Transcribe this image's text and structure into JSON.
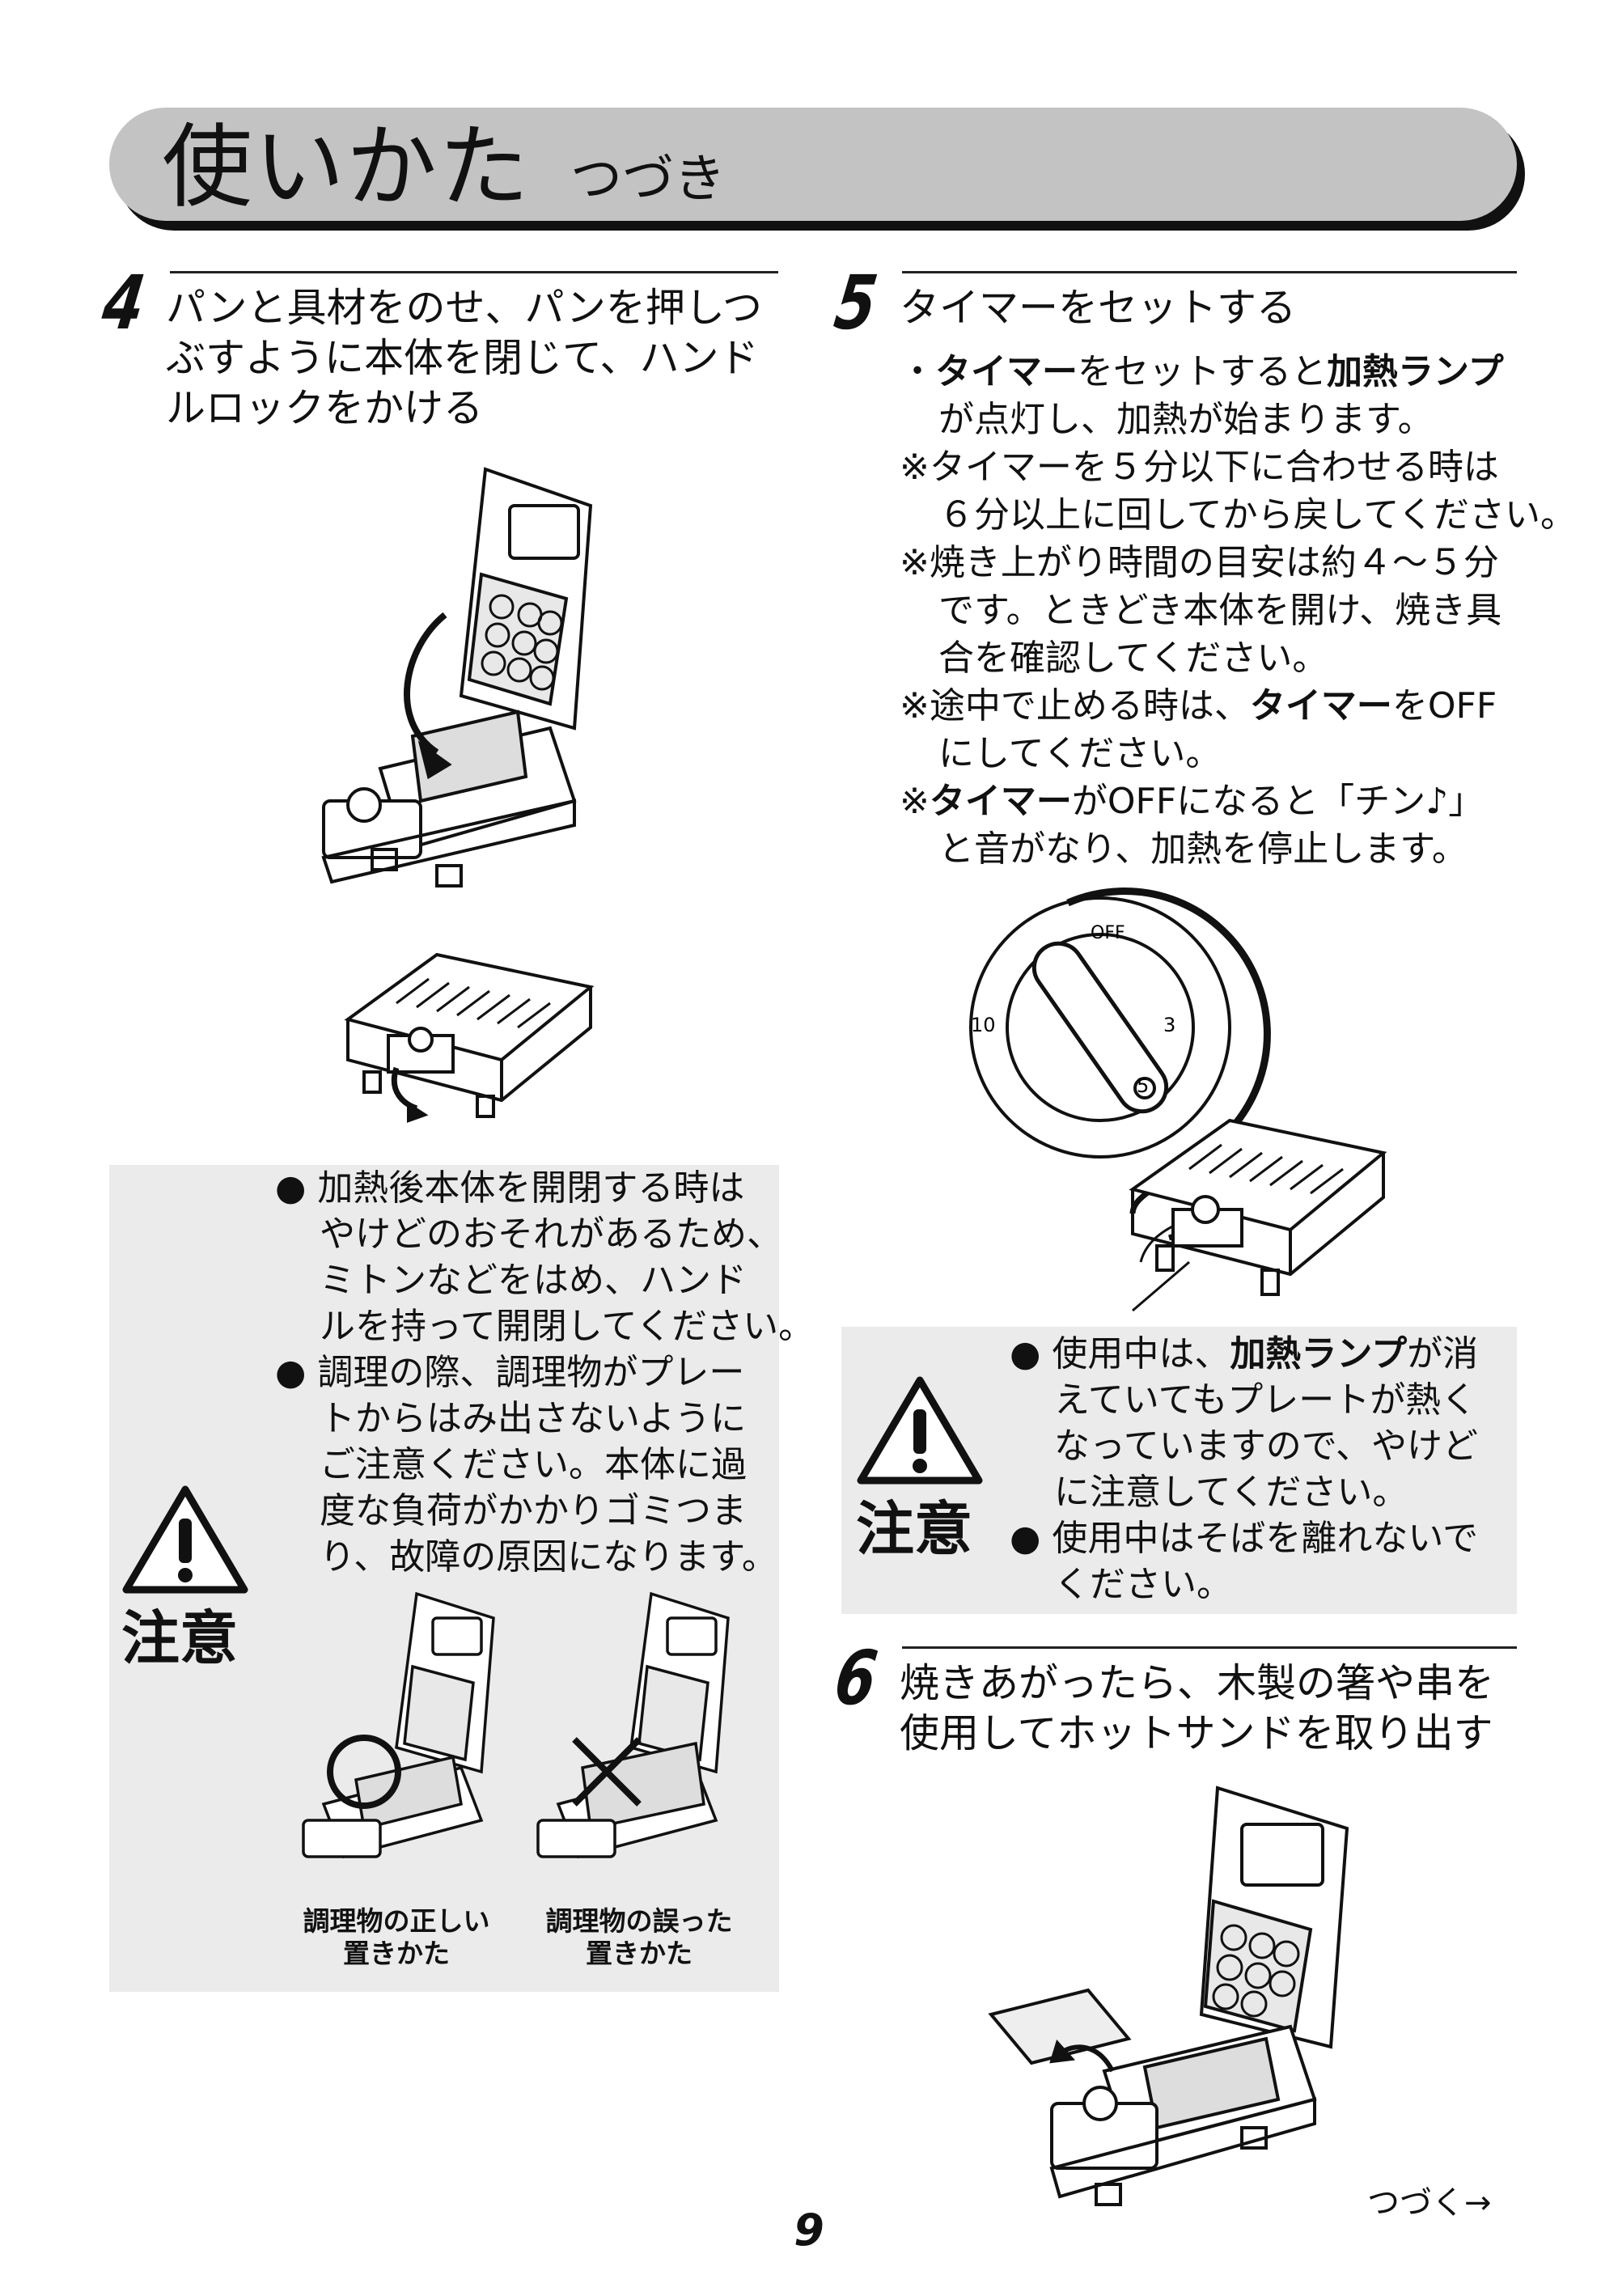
{
  "header": {
    "title": "使いかた",
    "subtitle": "つづき"
  },
  "step4": {
    "number": "4",
    "heading": [
      "パンと具材をのせ、パンを押しつ",
      "ぶすように本体を閉じて、ハンド",
      "ルロックをかける"
    ]
  },
  "caution_left": {
    "label": "注意",
    "bullets": [
      [
        "加熱後本体を開閉する時は",
        "やけどのおそれがあるため、",
        "ミトンなどをはめ、ハンド",
        "ルを持って開閉してください。"
      ],
      [
        "調理の際、調理物がプレー",
        "トからはみ出さないように",
        "ご注意ください。本体に過",
        "度な負荷がかかりゴミつま",
        "り、故障の原因になります。"
      ]
    ],
    "caption_good": [
      "調理物の正しい",
      "置きかた"
    ],
    "caption_bad": [
      "調理物の誤った",
      "置きかた"
    ]
  },
  "step5": {
    "number": "5",
    "heading": "タイマーをセットする",
    "line1_bold1": "タイマー",
    "line1_normal1": "をセットすると",
    "line1_bold2": "加熱ランプ",
    "line2": "が点灯し、加熱が始まります。",
    "note1": [
      "※タイマーを５分以下に合わせる時は",
      "６分以上に回してから戻してください。"
    ],
    "note2": [
      "※焼き上がり時間の目安は約４～５分",
      "です。ときどき本体を開け、焼き具",
      "合を確認してください。"
    ],
    "note3_a": "※途中で止める時は、",
    "note3_bold": "タイマー",
    "note3_b": "をOFF",
    "note3_line2": "にしてください。",
    "note4_a": "※",
    "note4_bold": "タイマー",
    "note4_b": "がOFFになると「チン♪」",
    "note4_line2": "と音がなり、加熱を停止します。",
    "dial": {
      "off": "OFF",
      "three": "3",
      "five": "5",
      "ten": "10"
    }
  },
  "caution_right": {
    "label": "注意",
    "b1_a": "使用中は、",
    "b1_bold": "加熱ランプ",
    "b1_b": "が消",
    "b1_lines": [
      "えていてもプレートが熱く",
      "なっていますので、やけど",
      "に注意してください。"
    ],
    "b2_lines": [
      "使用中はそばを離れないで",
      "ください。"
    ]
  },
  "step6": {
    "number": "6",
    "heading": [
      "焼きあがったら、木製の箸や串を",
      "使用してホットサンドを取り出す"
    ]
  },
  "continue": "つづく→",
  "page_number": "9"
}
